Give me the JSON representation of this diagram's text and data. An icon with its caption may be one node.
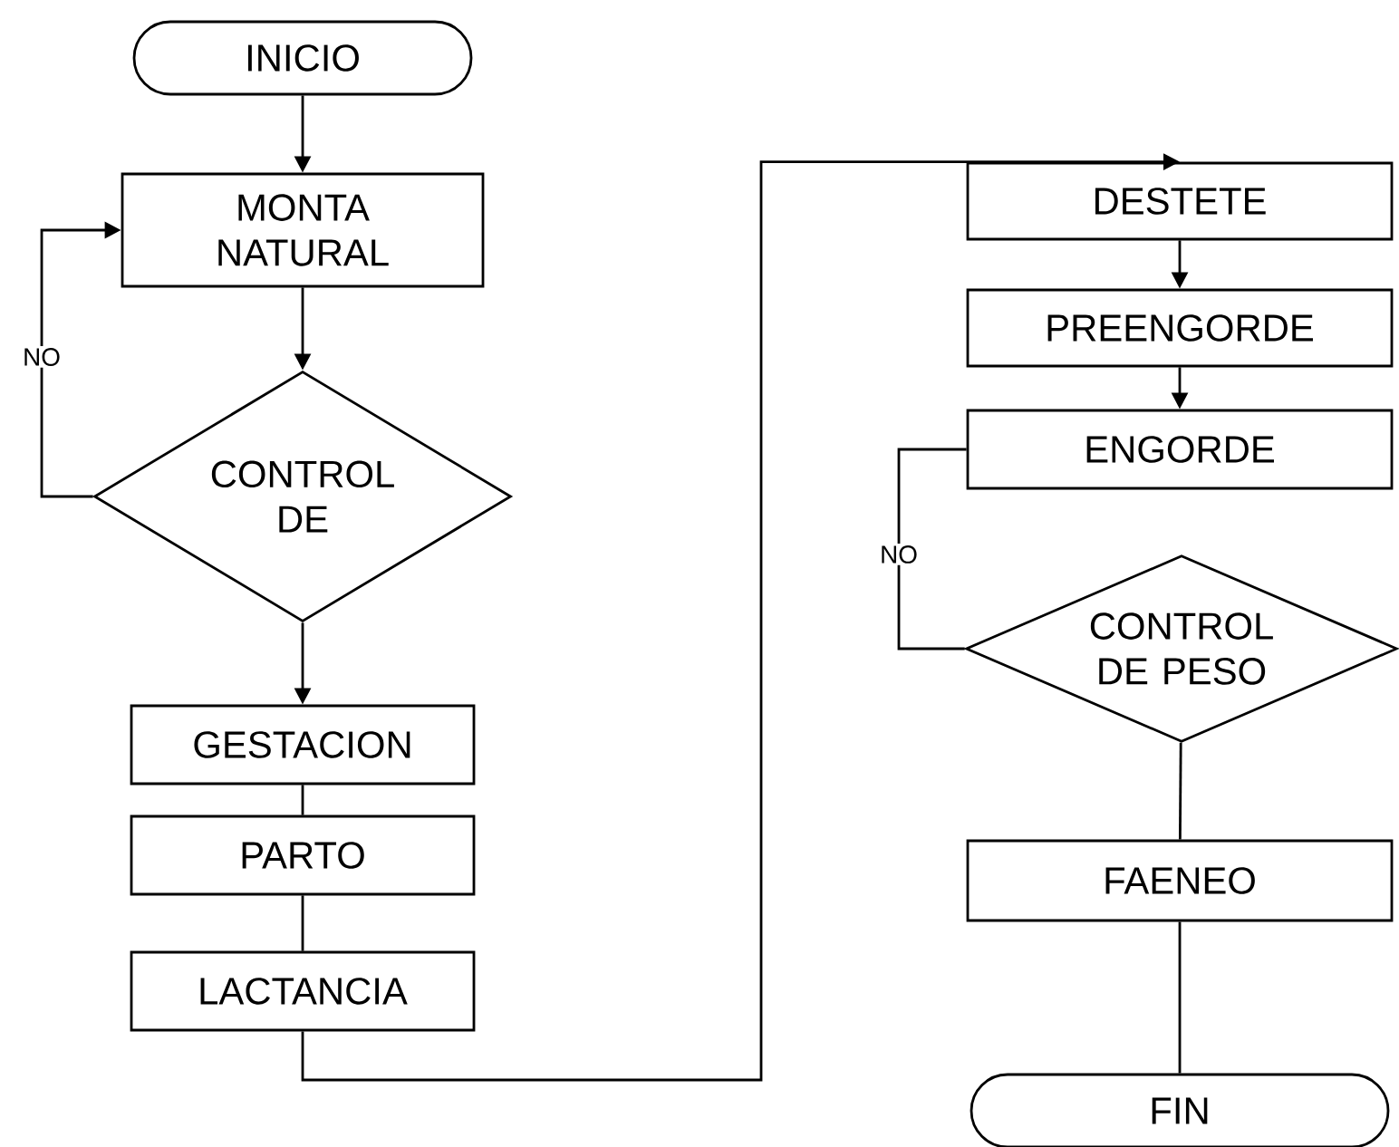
{
  "diagram": {
    "nodes": [
      {
        "text": [
          "INICIO"
        ]
      },
      {
        "text": [
          "MONTA NATURAL"
        ]
      },
      {
        "text": [
          "CONTROL DE"
        ]
      },
      {
        "text": [
          "GESTACION"
        ]
      },
      {
        "text": [
          "PARTO"
        ]
      },
      {
        "text": [
          "LACTANCIA"
        ]
      },
      {
        "text": [
          "DESTETE"
        ]
      },
      {
        "text": [
          "PREENGORDE"
        ]
      },
      {
        "text": [
          "ENGORDE"
        ]
      },
      {
        "text": [
          "CONTROL DE PESO"
        ]
      },
      {
        "text": [
          "FAENEO"
        ]
      },
      {
        "text": [
          "FIN"
        ]
      }
    ],
    "edges": [
      {
        "from": 0,
        "to": 1,
        "arrow": "to"
      },
      {
        "from": 1,
        "to": 2,
        "arrow": "to"
      },
      {
        "from": 2,
        "to": 1,
        "arrow": "to",
        "label": "NO"
      },
      {
        "from": 2,
        "to": 3,
        "arrow": "to"
      },
      {
        "from": 3,
        "to": 4,
        "arrow": "none"
      },
      {
        "from": 4,
        "to": 5,
        "arrow": "none"
      },
      {
        "from": 5,
        "to": 6,
        "arrow": "to"
      },
      {
        "from": 6,
        "to": 7,
        "arrow": "to"
      },
      {
        "from": 7,
        "to": 8,
        "arrow": "to"
      },
      {
        "from": 9,
        "to": 8,
        "arrow": "none",
        "label": "NO"
      },
      {
        "from": 9,
        "to": 10,
        "arrow": "none"
      },
      {
        "from": 10,
        "to": 11,
        "arrow": "none"
      }
    ]
  }
}
